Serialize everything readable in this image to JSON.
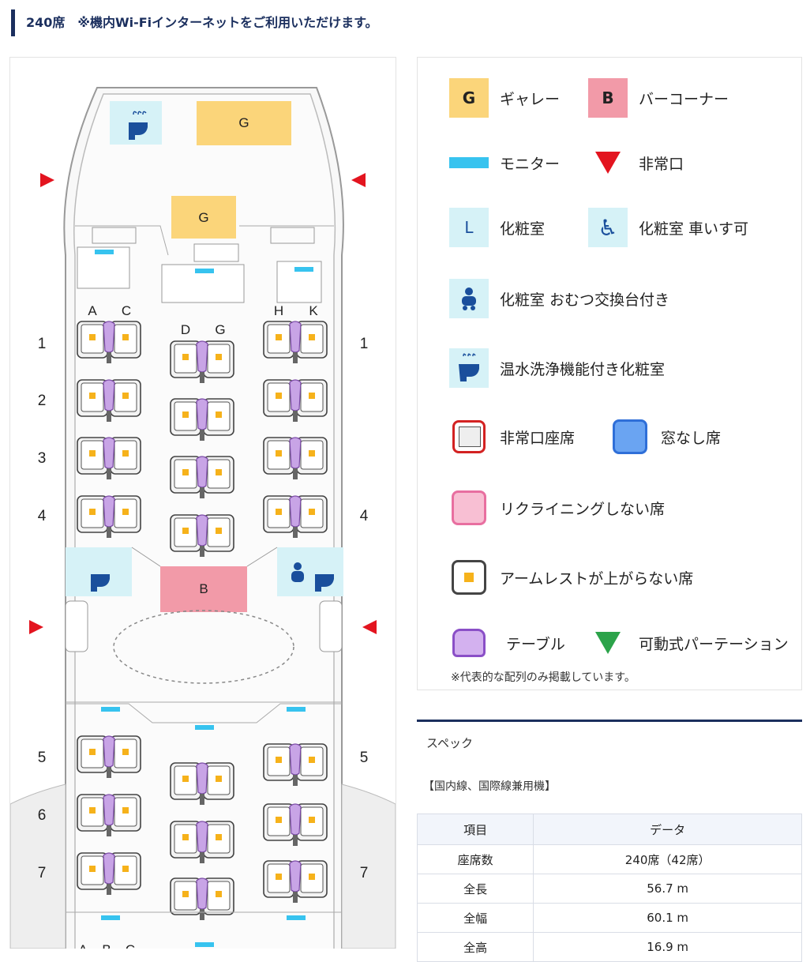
{
  "header": {
    "title": "240席　※機内Wi-Fiインターネットをご利用いただけます。"
  },
  "seatmap": {
    "columns": [
      "A",
      "C",
      "D",
      "G",
      "H",
      "K",
      "A",
      "B",
      "C"
    ],
    "rows_upper": [
      "1",
      "2",
      "3",
      "4"
    ],
    "rows_lower": [
      "5",
      "6",
      "7"
    ],
    "galley_label": "G",
    "bar_label": "B"
  },
  "legend": {
    "galley": {
      "icon": "G",
      "label": "ギャレー"
    },
    "bar": {
      "icon": "B",
      "label": "バーコーナー"
    },
    "monitor": {
      "label": "モニター"
    },
    "exit": {
      "label": "非常口"
    },
    "lavatory": {
      "icon": "L",
      "label": "化粧室"
    },
    "lavatory_wheelchair": {
      "label": "化粧室 車いす可"
    },
    "lavatory_diaper": {
      "label": "化粧室 おむつ交換台付き"
    },
    "lavatory_washlet": {
      "label": "温水洗浄機能付き化粧室"
    },
    "exit_seat": {
      "label": "非常口座席"
    },
    "windowless_seat": {
      "label": "窓なし席"
    },
    "no_recline_seat": {
      "label": "リクライニングしない席"
    },
    "fixed_armrest_seat": {
      "label": "アームレストが上がらない席"
    },
    "table": {
      "label": "テーブル"
    },
    "partition": {
      "label": "可動式パーテーション"
    },
    "note": "※代表的な配列のみ掲載しています。",
    "colors": {
      "galley": "#fbd57a",
      "bar": "#f29aa8",
      "monitor": "#37c3ef",
      "exit": "#e3141f",
      "lavatory": "#d6f2f7",
      "exit_seat": "#d32222",
      "windowless": "#2f6fd8",
      "no_recline": "#e86fa0",
      "table": "#a46ad6",
      "partition": "#2ca34a"
    }
  },
  "spec": {
    "title": "スペック",
    "subtitle": "【国内線、国際線兼用機】",
    "headers": [
      "項目",
      "データ"
    ],
    "rows": [
      [
        "座席数",
        "240席（42席）"
      ],
      [
        "全長",
        "56.7 m"
      ],
      [
        "全幅",
        "60.1 m"
      ],
      [
        "全高",
        "16.9 m"
      ]
    ]
  }
}
